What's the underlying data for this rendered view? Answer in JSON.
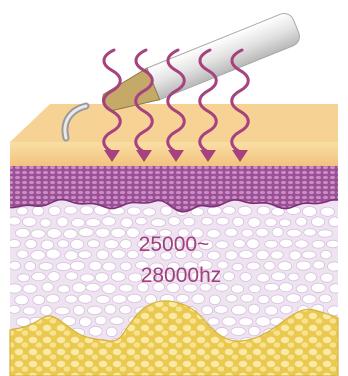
{
  "annotation": {
    "frequency_line1": "25000~",
    "frequency_line2": "28000hz"
  },
  "diagram": {
    "wave_count": 5,
    "layers": [
      "skin-surface",
      "epidermis",
      "dermis",
      "subcutaneous-fat"
    ],
    "icon": "ultrasonic-probe-icon"
  },
  "colors": {
    "wave": "#a5427f",
    "label": "#a0407f",
    "skin_surface": "#f6d08f",
    "epidermis": "#a35a9c",
    "dermis": "#efe3f1",
    "fat": "#f3da6d",
    "probe_tip": "#c7ad6a"
  }
}
